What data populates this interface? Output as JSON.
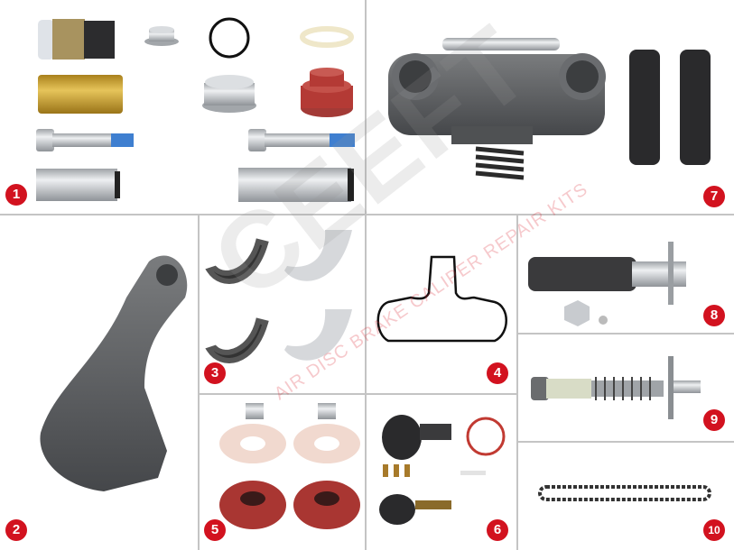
{
  "watermark": {
    "logo": "CEEFT",
    "tagline": "AIR DISC BRAKE CALIPER REPAIR KITS"
  },
  "kits": [
    {
      "number": "1"
    },
    {
      "number": "2"
    },
    {
      "number": "3"
    },
    {
      "number": "4"
    },
    {
      "number": "5"
    },
    {
      "number": "6"
    },
    {
      "number": "7"
    },
    {
      "number": "8"
    },
    {
      "number": "9"
    },
    {
      "number": "10"
    }
  ],
  "colors": {
    "badge": "#d2121f",
    "grid_line": "#bdbdbd",
    "rubber_red": "#b43a35",
    "brass": "#c9a43a",
    "steel": "#c8cbcf",
    "cast_iron": "#5c5e60",
    "blue_threadlock": "#3f7fd0"
  }
}
